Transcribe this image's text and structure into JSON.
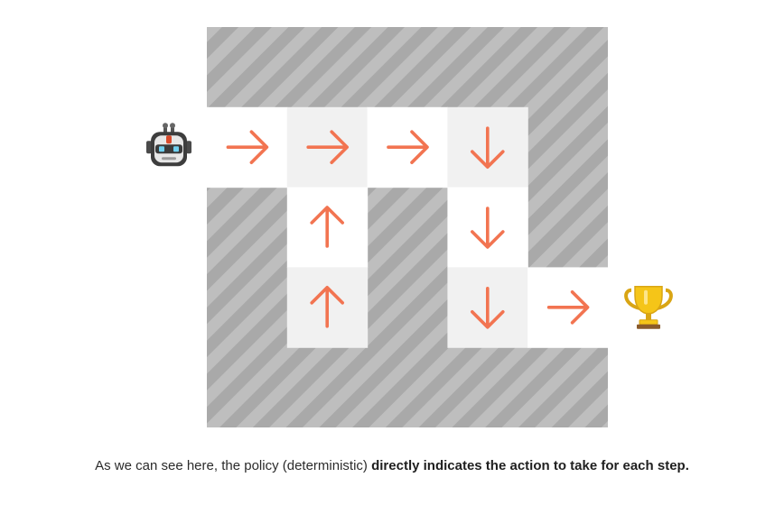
{
  "grid": {
    "columns": 5,
    "rows": 5,
    "colors": {
      "wall_base": "#a9a9a9",
      "wall_stripe": "#bebebe",
      "cell_white": "#ffffff",
      "cell_light": "#f1f1f1",
      "arrow": "#f27451"
    },
    "cells": [
      {
        "row": 1,
        "col": 0,
        "shade": "white",
        "arrow": "right"
      },
      {
        "row": 1,
        "col": 1,
        "shade": "light",
        "arrow": "right"
      },
      {
        "row": 1,
        "col": 2,
        "shade": "white",
        "arrow": "right"
      },
      {
        "row": 1,
        "col": 3,
        "shade": "light",
        "arrow": "down"
      },
      {
        "row": 2,
        "col": 1,
        "shade": "white",
        "arrow": "up"
      },
      {
        "row": 2,
        "col": 3,
        "shade": "white",
        "arrow": "down"
      },
      {
        "row": 3,
        "col": 1,
        "shade": "light",
        "arrow": "up"
      },
      {
        "row": 3,
        "col": 3,
        "shade": "light",
        "arrow": "down"
      },
      {
        "row": 3,
        "col": 4,
        "shade": "white",
        "arrow": "right"
      }
    ]
  },
  "agent": {
    "icon": "robot-icon",
    "row": 1,
    "side": "left"
  },
  "goal": {
    "icon": "trophy-icon",
    "row": 3,
    "side": "right"
  },
  "caption": {
    "normal": "As we can see here, the policy (deterministic) ",
    "bold": "directly indicates the action to take for each step."
  }
}
